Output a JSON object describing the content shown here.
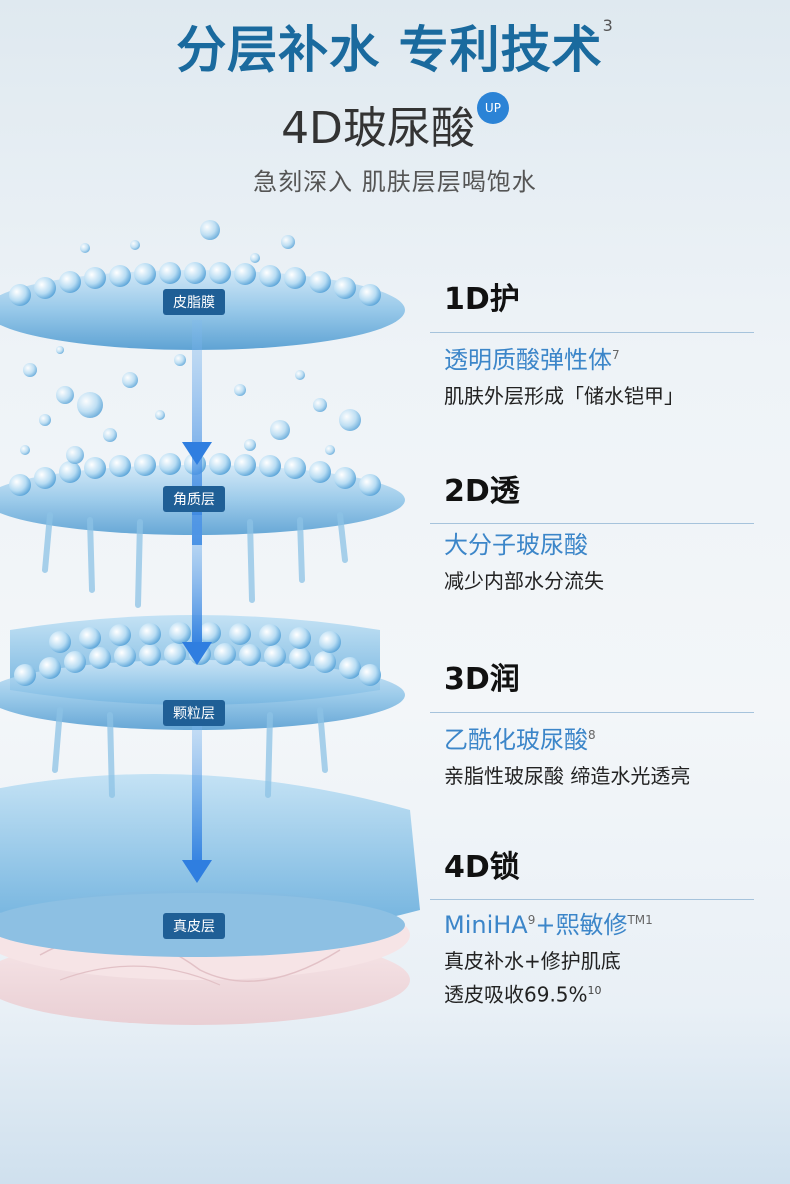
{
  "header": {
    "title": "分层补水 专利技术",
    "title_sup": "3",
    "subtitle": "4D玻尿酸",
    "up_badge": "UP",
    "tagline": "急刻深入 肌肤层层喝饱水"
  },
  "layers": [
    {
      "label": "皮脂膜"
    },
    {
      "label": "角质层"
    },
    {
      "label": "颗粒层"
    },
    {
      "label": "真皮层"
    }
  ],
  "features": [
    {
      "title": "1D护",
      "sub": "透明质酸弹性体",
      "sub_sup": "7",
      "desc": [
        "肌肤外层形成「储水铠甲」"
      ]
    },
    {
      "title": "2D透",
      "sub": "大分子玻尿酸",
      "sub_sup": "",
      "desc": [
        "减少内部水分流失"
      ]
    },
    {
      "title": "3D润",
      "sub": "乙酰化玻尿酸",
      "sub_sup": "8",
      "desc": [
        "亲脂性玻尿酸 缔造水光透亮"
      ]
    },
    {
      "title": "4D锁",
      "sub_a": "MiniHA",
      "sub_a_sup": "9",
      "sub_b": "+熙敏修",
      "sub_b_tm": "TM",
      "sub_b_sup": "1",
      "desc": [
        "真皮补水+修护肌底",
        "透皮吸收69.5%"
      ],
      "desc_sup": "10"
    }
  ],
  "colors": {
    "title_blue": "#1a6a9e",
    "accent_blue": "#3c86c9",
    "label_bg": "#1f5f96",
    "arrow_blue": "#2f7ee0"
  }
}
